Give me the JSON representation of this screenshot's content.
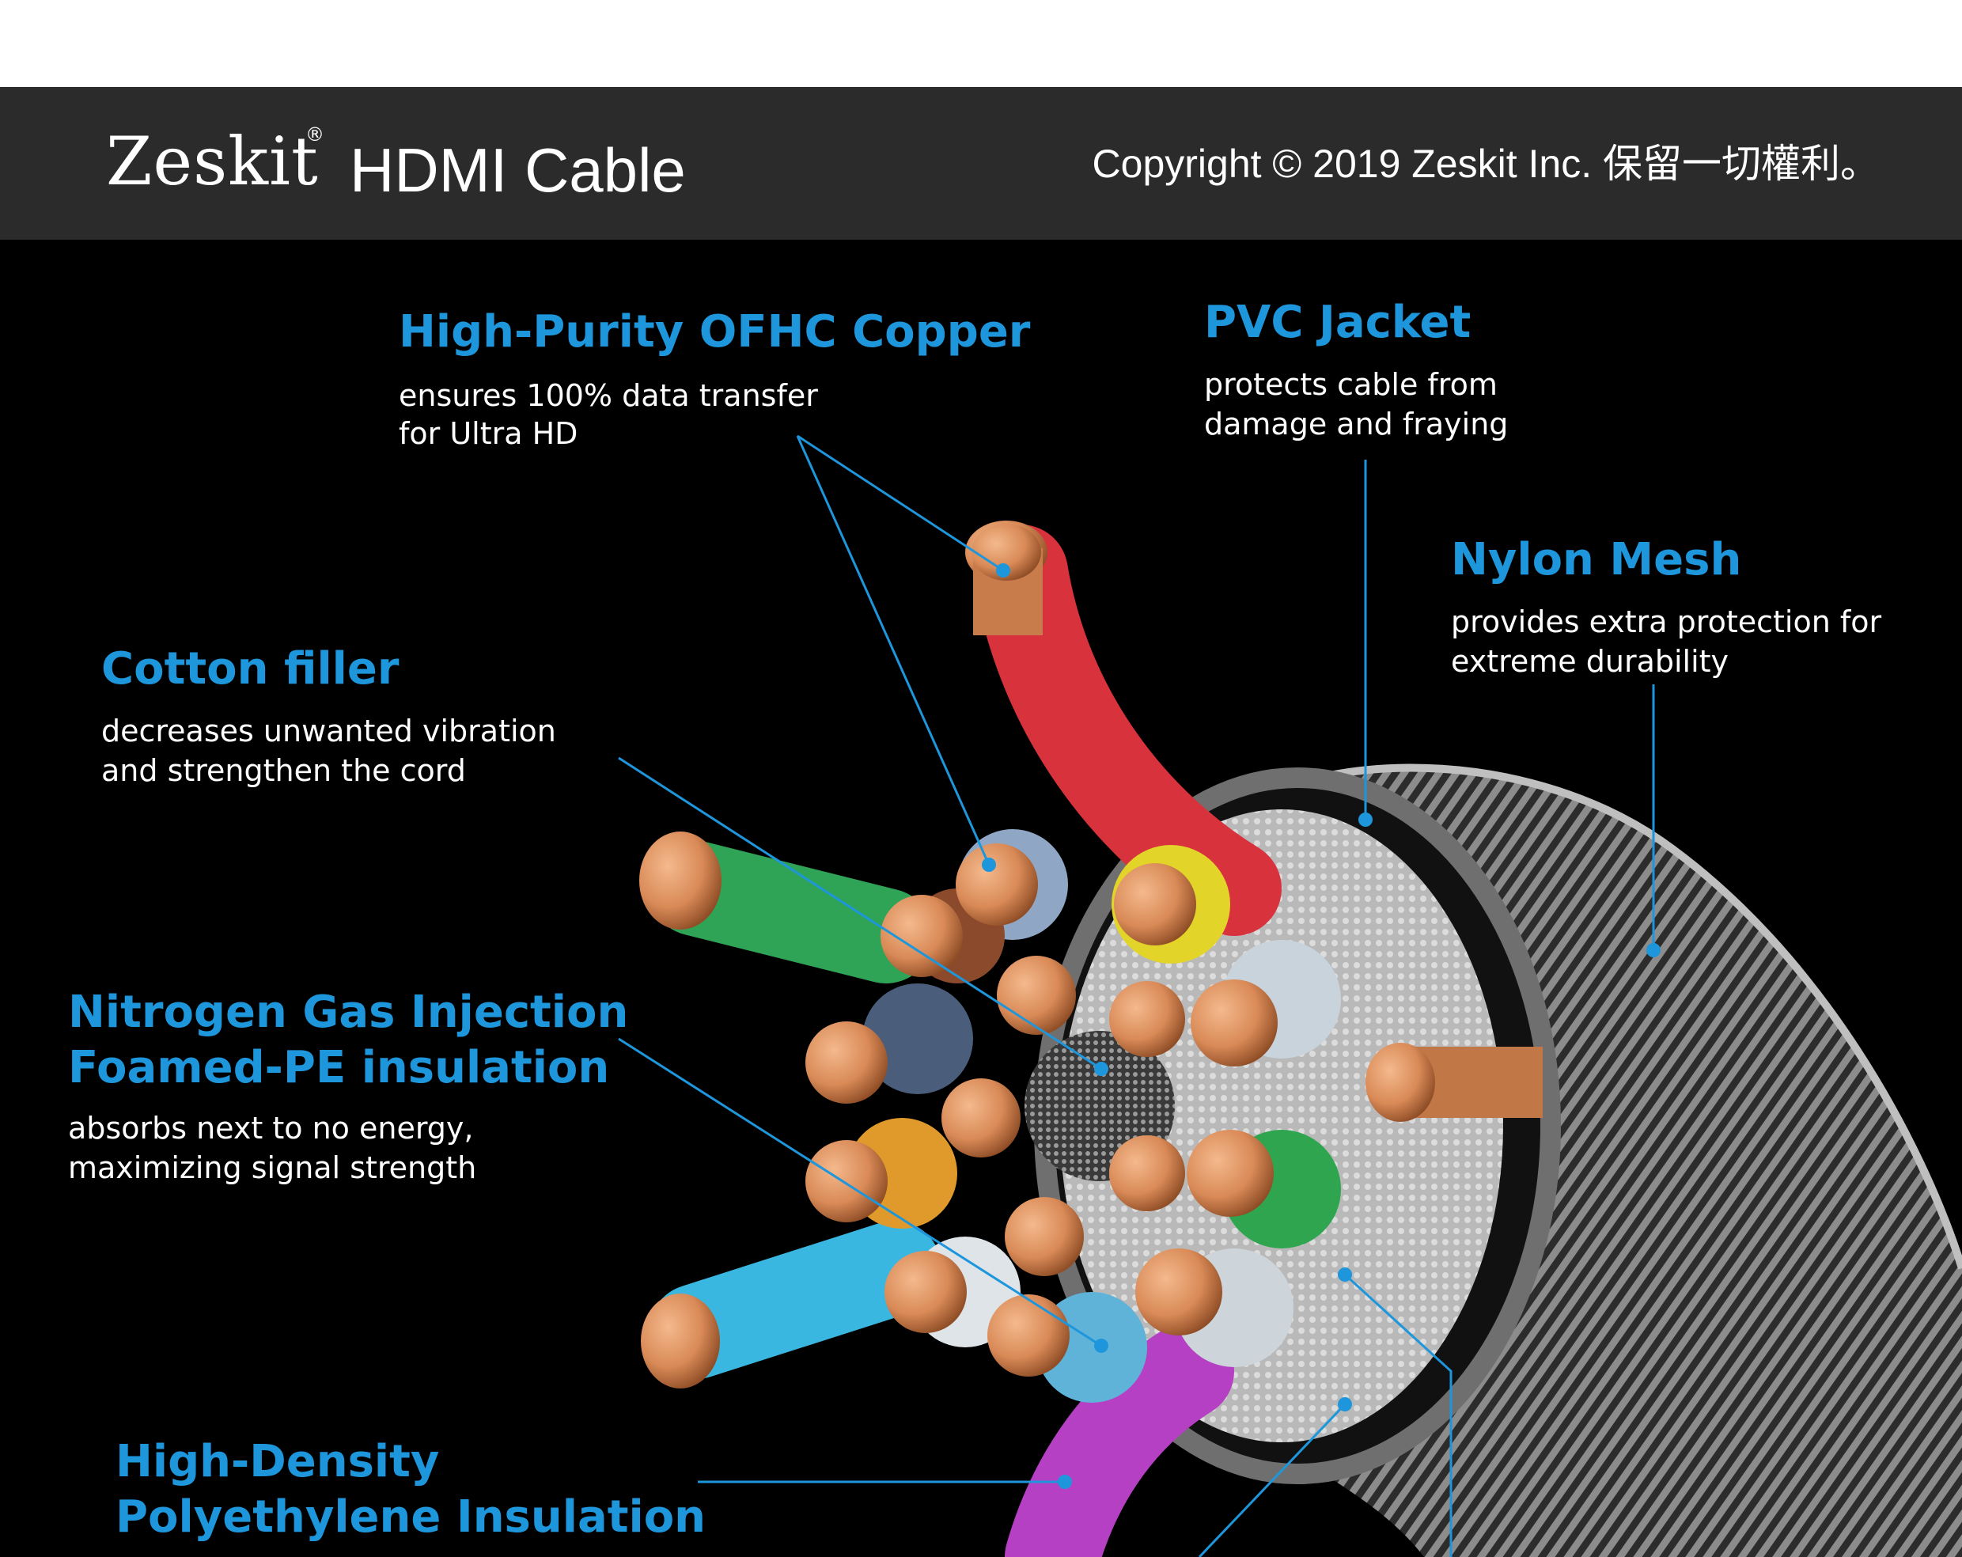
{
  "header": {
    "brand": "Zeskit",
    "registered_mark": "®",
    "product": "HDMI Cable",
    "copyright": "Copyright © 2019 Zeskit Inc. 保留一切權利。"
  },
  "colors": {
    "header_bg": "#2b2b2b",
    "label_blue": "#1e96dc",
    "background": "#000000"
  },
  "callouts": [
    {
      "title": "High-Purity OFHC Copper",
      "desc_1": "ensures 100% data transfer",
      "desc_2": "for Ultra HD"
    },
    {
      "title": "PVC Jacket",
      "desc_1": "protects cable from",
      "desc_2": "damage and fraying"
    },
    {
      "title": "Nylon Mesh",
      "desc_1": "provides extra protection for",
      "desc_2": "extreme durability"
    },
    {
      "title": "Cotton filler",
      "desc_1": "decreases unwanted vibration",
      "desc_2": "and strengthen the cord"
    },
    {
      "title_1": "Nitrogen Gas Injection",
      "title_2": "Foamed-PE insulation",
      "desc_1": "absorbs next to no energy,",
      "desc_2": "maximizing signal strength"
    },
    {
      "title_1": "High-Density",
      "title_2": "Polyethylene Insulation"
    }
  ]
}
